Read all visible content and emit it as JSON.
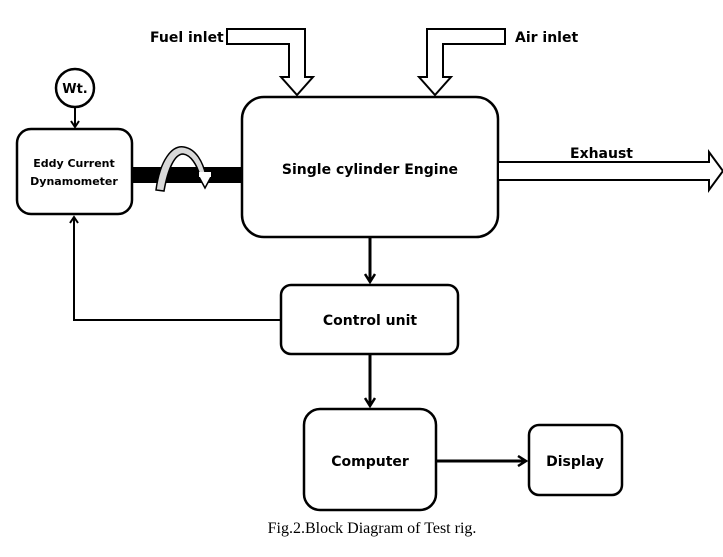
{
  "diagram": {
    "inputs": {
      "fuel_inlet": "Fuel inlet",
      "air_inlet": "Air inlet",
      "weight": "Wt."
    },
    "blocks": {
      "dynamometer_line1": "Eddy Current",
      "dynamometer_line2": "Dynamometer",
      "engine": "Single cylinder  Engine",
      "control_unit": "Control unit",
      "computer": "Computer",
      "display": "Display"
    },
    "outputs": {
      "exhaust": "Exhaust"
    },
    "caption": "Fig.2.Block Diagram of Test rig."
  }
}
